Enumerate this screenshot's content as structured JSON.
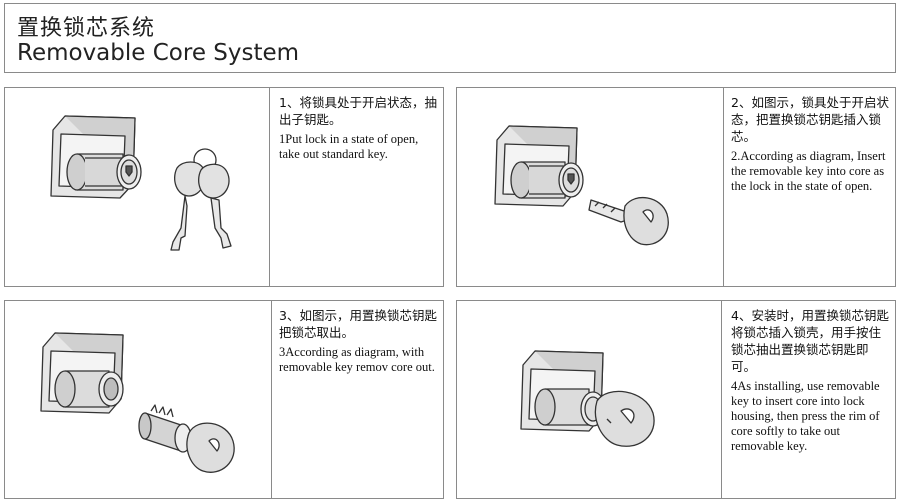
{
  "header": {
    "title_zh": "置换锁芯系统",
    "title_en": "Removable Core System"
  },
  "steps": [
    {
      "zh": "1、将锁具处于开启状态，抽出子钥匙。",
      "en": "1Put lock in a state of open, take out standard key."
    },
    {
      "zh": "2、如图示，锁具处于开启状态，把置换锁芯钥匙插入锁芯。",
      "en": "2.According as diagram, Insert the removable key into core as the lock in the state of open."
    },
    {
      "zh": "3、如图示，用置换锁芯钥匙把锁芯取出。",
      "en": "3According as diagram, with removable key remov core out."
    },
    {
      "zh": "4、安装时，用置换锁芯钥匙将锁芯插入锁壳，用手按住锁芯抽出置换锁芯钥匙即可。",
      "en": "4As installing, use removable key to insert core into lock housing, then press the rim of core softly to take out removable key."
    }
  ]
}
